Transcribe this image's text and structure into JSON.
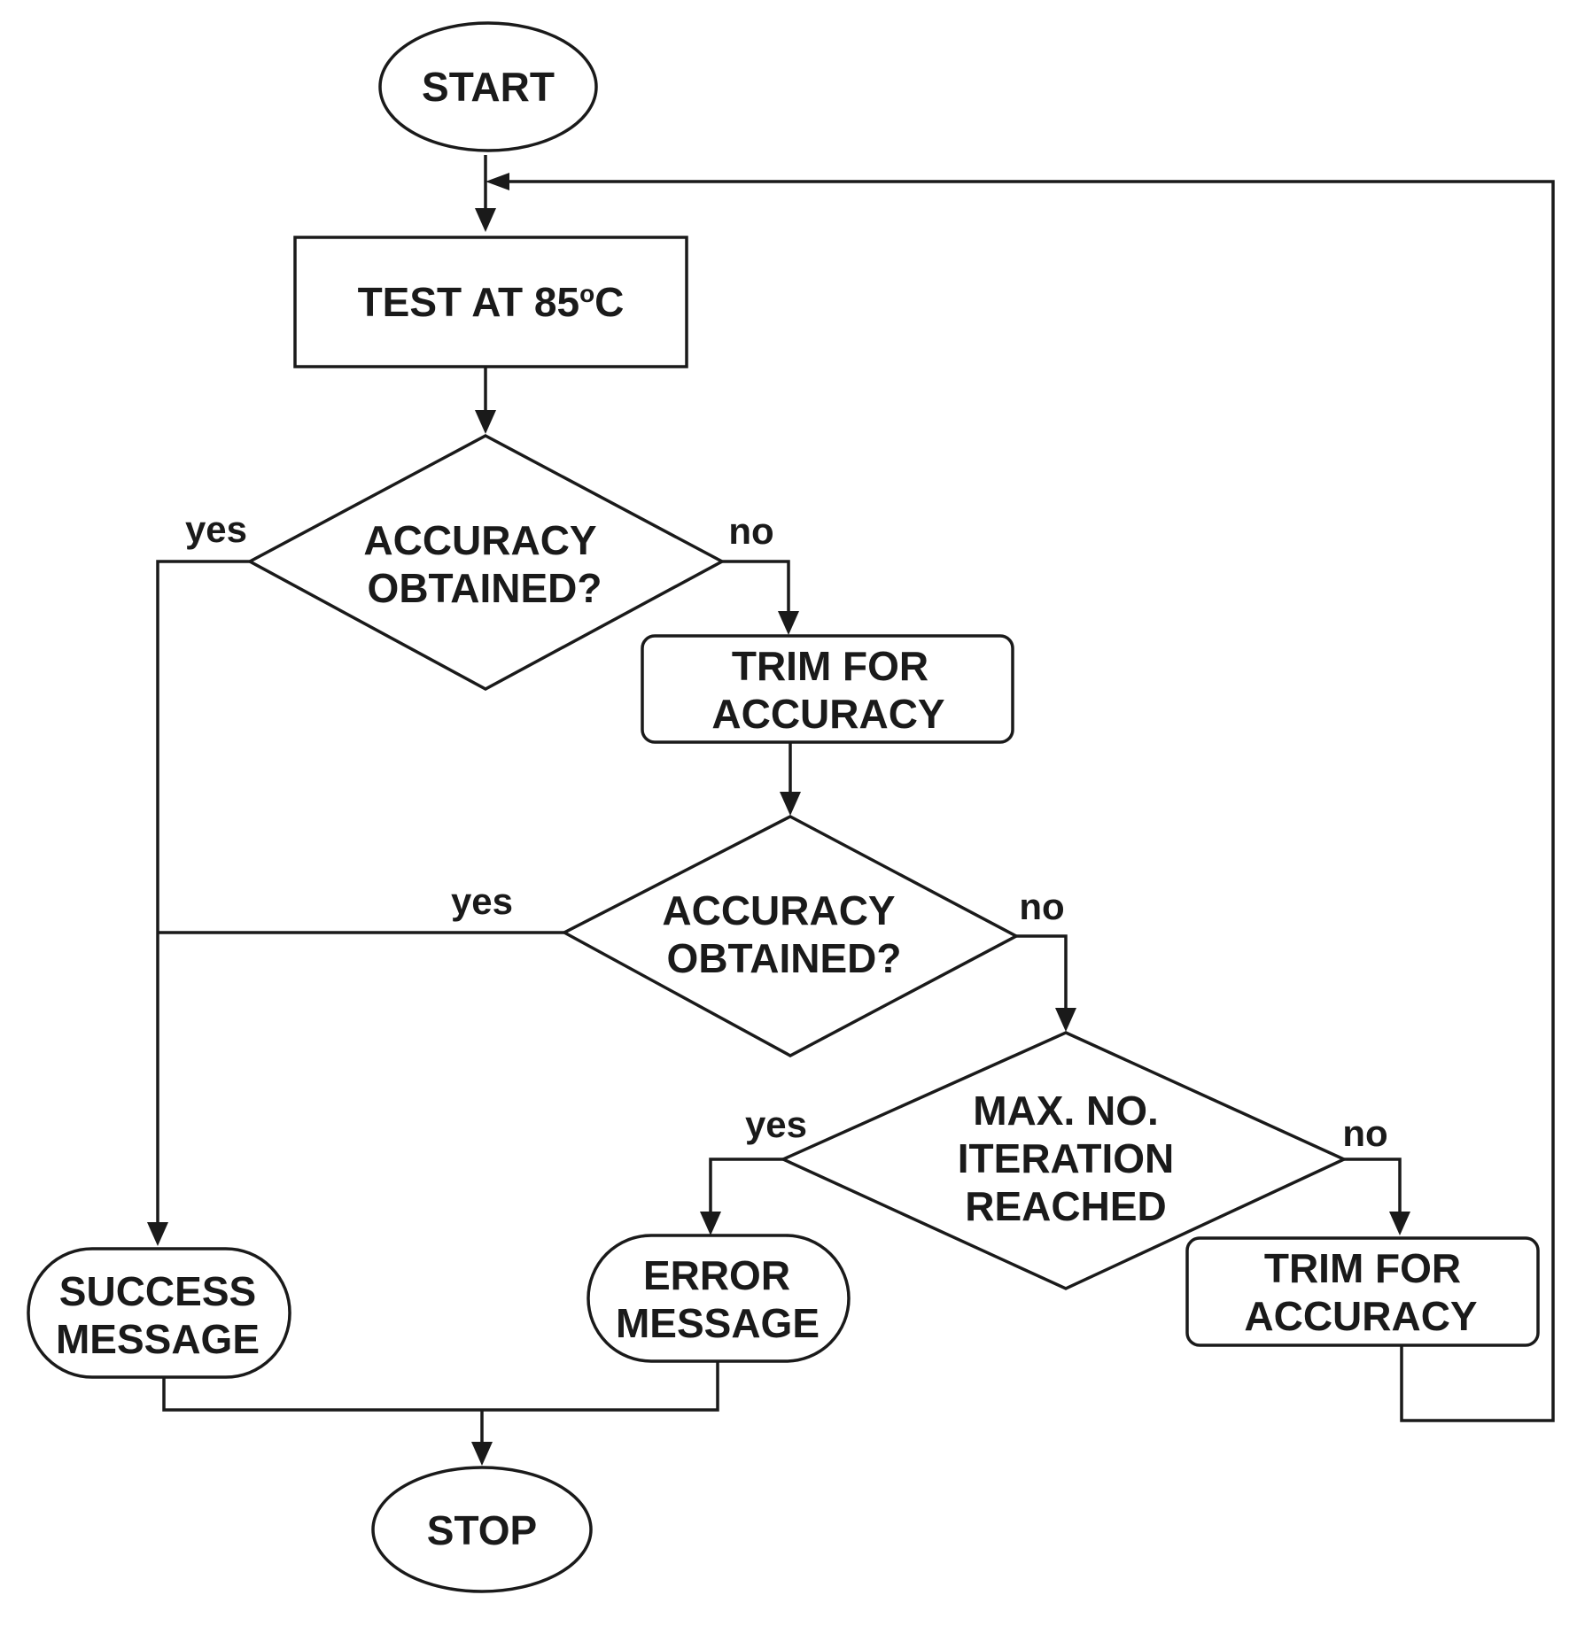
{
  "nodes": {
    "start": {
      "lines": [
        "START"
      ]
    },
    "test": {
      "lines": [
        "TEST AT 85",
        "o",
        "C"
      ]
    },
    "decision1": {
      "lines": [
        "ACCURACY",
        "OBTAINED?"
      ]
    },
    "trim1": {
      "lines": [
        "TRIM FOR",
        "ACCURACY"
      ]
    },
    "decision2": {
      "lines": [
        "ACCURACY",
        "OBTAINED?"
      ]
    },
    "decision3": {
      "lines": [
        "MAX. NO.",
        "ITERATION",
        "REACHED"
      ]
    },
    "success": {
      "lines": [
        "SUCCESS",
        "MESSAGE"
      ]
    },
    "error": {
      "lines": [
        "ERROR",
        "MESSAGE"
      ]
    },
    "trim2": {
      "lines": [
        "TRIM FOR",
        "ACCURACY"
      ]
    },
    "stop": {
      "lines": [
        "STOP"
      ]
    }
  },
  "edge_labels": {
    "d1_yes": "yes",
    "d1_no": "no",
    "d2_yes": "yes",
    "d2_no": "no",
    "d3_yes": "yes",
    "d3_no": "no"
  }
}
